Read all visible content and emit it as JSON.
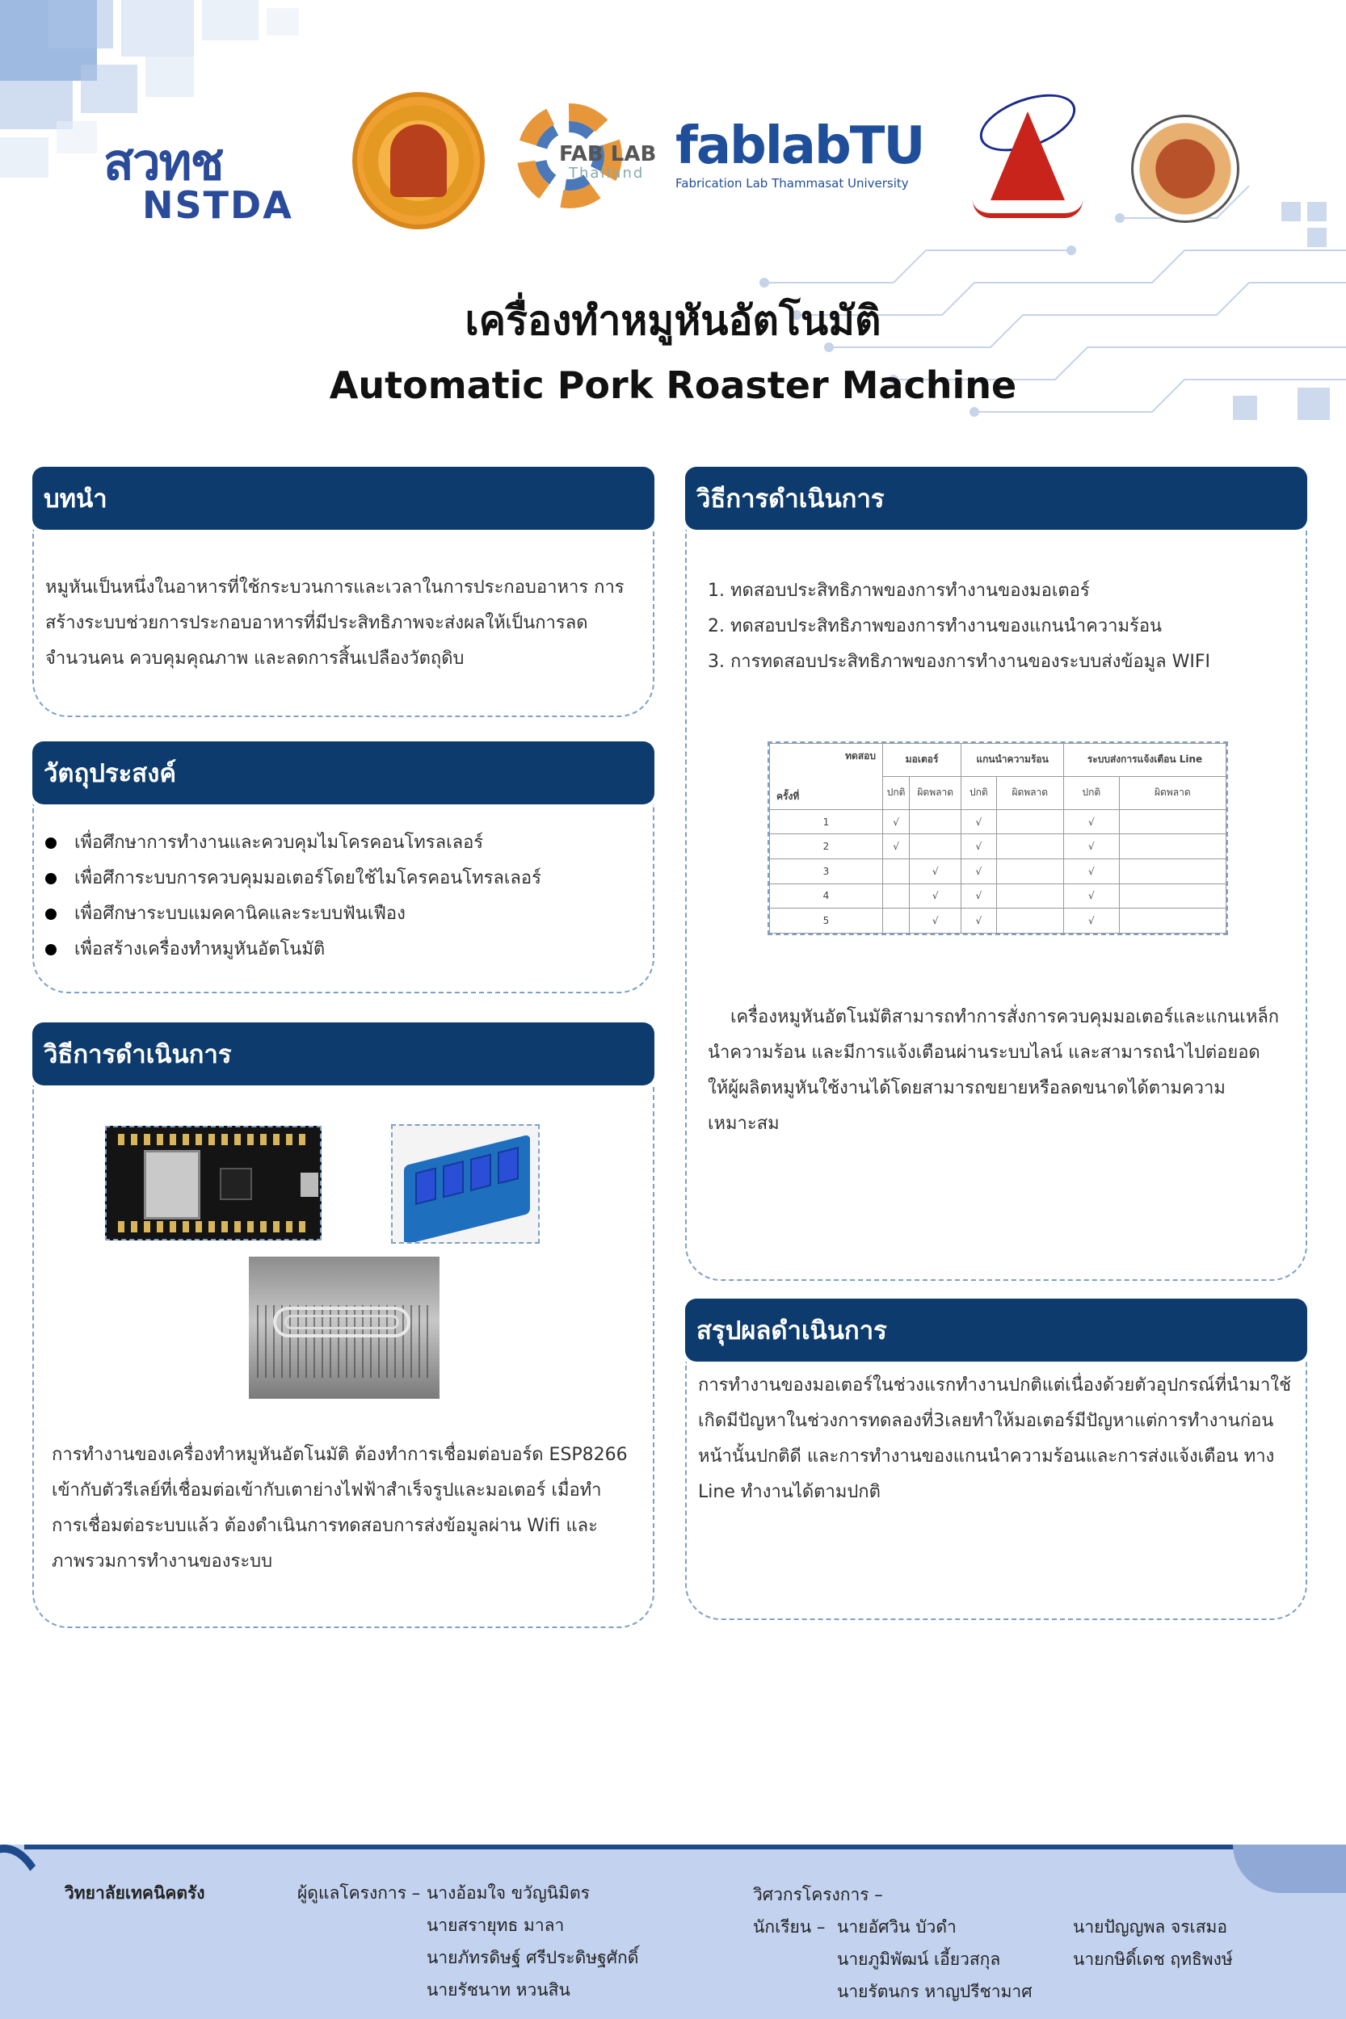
{
  "logos": {
    "nstda_thai": "สวทช",
    "nstda_en": "NSTDA",
    "fablab_thailand_1": "FAB LAB",
    "fablab_thailand_2": "Thailand",
    "fablabtu_name": "fablabTU",
    "fablabtu_sub": "Fabrication Lab Thammasat University"
  },
  "title": {
    "thai": "เครื่องทำหมูหันอัตโนมัติ",
    "english": "Automatic Pork Roaster Machine"
  },
  "intro": {
    "heading": "บทนำ",
    "lines": [
      "หมูหันเป็นหนึ่งในอาหารที่ใช้กระบวนการและเวลาในการประกอบอาหาร การ",
      "สร้างระบบช่วยการประกอบอาหารที่มีประสิทธิภาพจะส่งผลให้เป็นการลด",
      "จำนวนคน ควบคุมคุณภาพ และลดการสิ้นเปลืองวัตถุดิบ"
    ]
  },
  "objectives": {
    "heading": "วัตถุประสงค์",
    "items": [
      "เพื่อศึกษาการทำงานและควบคุมไมโครคอนโทรลเลอร์",
      "เพื่อศึการะบบการควบคุมมอเตอร์โดยใช้ไมโครคอนโทรลเลอร์",
      "เพื่อศึกษาระบบแมคคานิคและระบบฟันเฟือง",
      "เพื่อสร้างเครื่องทำหมูหันอัตโนมัติ"
    ]
  },
  "method_left": {
    "heading": "วิธีการดำเนินการ",
    "lines": [
      "การทำงานของเครื่องทำหมูหันอัตโนมัติ ต้องทำการเชื่อมต่อบอร์ด ESP8266",
      "เข้ากับตัวรีเลย์ที่เชื่อมต่อเข้ากับเตาย่างไฟฟ้าสำเร็จรูปและมอเตอร์ เมื่อทำ",
      "การเชื่อมต่อระบบแล้ว ต้องดำเนินการทดสอบการส่งข้อมูลผ่าน Wifi และ",
      "ภาพรวมการทำงานของระบบ"
    ]
  },
  "method_right": {
    "heading": "วิธีการดำเนินการ",
    "steps": [
      "1. ทดสอบประสิทธิภาพของการทำงานของมอเตอร์",
      "2. ทดสอบประสิทธิภาพของการทำงานของแกนนำความร้อน",
      "3. การทดสอบประสิทธิภาพของการทำงานของระบบส่งข้อมูล WIFI"
    ],
    "table": {
      "corner_top": "ทดสอบ",
      "corner_bottom": "ครั้งที่",
      "groups": [
        "มอเตอร์",
        "แกนนำความร้อน",
        "ระบบส่งการแจ้งเตือน Line"
      ],
      "sub_normal": "ปกติ",
      "sub_error": "ผิดพลาด",
      "rows": [
        [
          "1",
          "√",
          "",
          "√",
          "",
          "√",
          ""
        ],
        [
          "2",
          "√",
          "",
          "√",
          "",
          "√",
          ""
        ],
        [
          "3",
          "",
          "√",
          "√",
          "",
          "√",
          ""
        ],
        [
          "4",
          "",
          "√",
          "√",
          "",
          "√",
          ""
        ],
        [
          "5",
          "",
          "√",
          "√",
          "",
          "√",
          ""
        ]
      ]
    },
    "lines": [
      "เครื่องหมูหันอัตโนมัติสามารถทำการสั่งการควบคุมมอเตอร์และแกนเหล็ก",
      "นำความร้อน และมีการแจ้งเตือนผ่านระบบไลน์ และสามารถนำไปต่อยอด",
      "ให้ผู้ผลิตหมูหันใช้งานได้โดยสามารถขยายหรือลดขนาดได้ตามความ",
      "เหมาะสม"
    ]
  },
  "conclusion": {
    "heading": "สรุปผลดำเนินการ",
    "lines": [
      "การทำงานของมอเตอร์ในช่วงแรกทำงานปกติแต่เนื่องด้วยตัวอุปกรณ์ที่นำมาใช้",
      "เกิดมีปัญหาในช่วงการทดลองที่3เลยทำให้มอเตอร์มีปัญหาแต่การทำงานก่อน",
      "หน้านั้นปกติดี และการทำงานของแกนนำความร้อนและการส่งแจ้งเตือน ทาง",
      "Line ทำงานได้ตามปกติ"
    ]
  },
  "footer": {
    "college": "วิทยาลัยเทคนิคตรัง",
    "supervisor_label": "ผู้ดูแลโครงการ –",
    "supervisors": [
      "นางอ้อมใจ ขวัญนิมิตร",
      "นายสรายุทธ มาลา",
      "นายภัทรดิษฐ์ ศรีประดิษฐศักดิ์",
      "นายรัชนาท หวนสิน"
    ],
    "engineer_label": "วิศวกรโครงการ –",
    "students_label": "นักเรียน –",
    "students_col1": [
      "นายอัศวิน บัวดำ",
      "นายภูมิพัฒน์ เอี้ยวสกุล",
      "นายรัตนกร หาญปรีชามาศ"
    ],
    "students_col2": [
      "นายปัญญพล จรเสมอ",
      "นายกษิดิ์เดช ฤทธิพงษ์"
    ]
  },
  "colors": {
    "header_navy": "#0d3b6e",
    "dashed_border": "#7ea0c8",
    "footer_band": "#c3d2ee"
  }
}
